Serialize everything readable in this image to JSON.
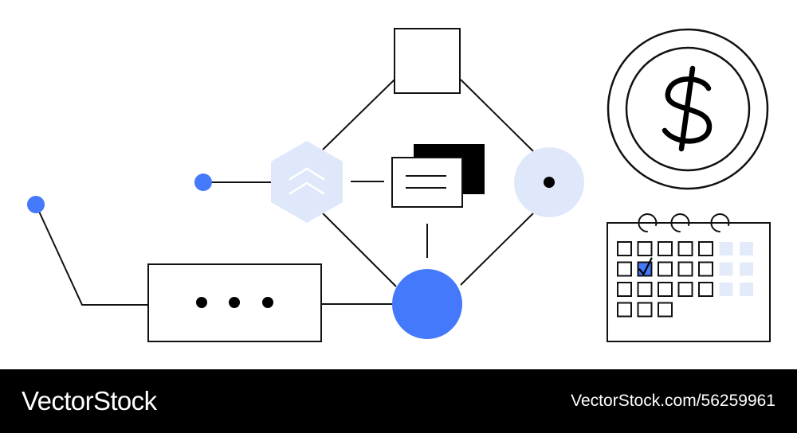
{
  "footer": {
    "brand": "VectorStock",
    "stock_id": "VectorStock.com/56259961"
  },
  "colors": {
    "accent": "#4479fb",
    "accent_light": "#dfe8fa",
    "calendar_cell_light": "#e3ebfb",
    "stroke": "#111111",
    "footer_bg": "#000000",
    "footer_text": "#ffffff"
  },
  "icons": {
    "dollar": "dollar-coin-icon",
    "calendar": "calendar-icon",
    "chevrons": "double-chevron-up-icon",
    "cards": "stacked-cards-icon",
    "ellipsis": "ellipsis-icon"
  },
  "calendar": {
    "checked_cell": "row 2, column 2"
  }
}
